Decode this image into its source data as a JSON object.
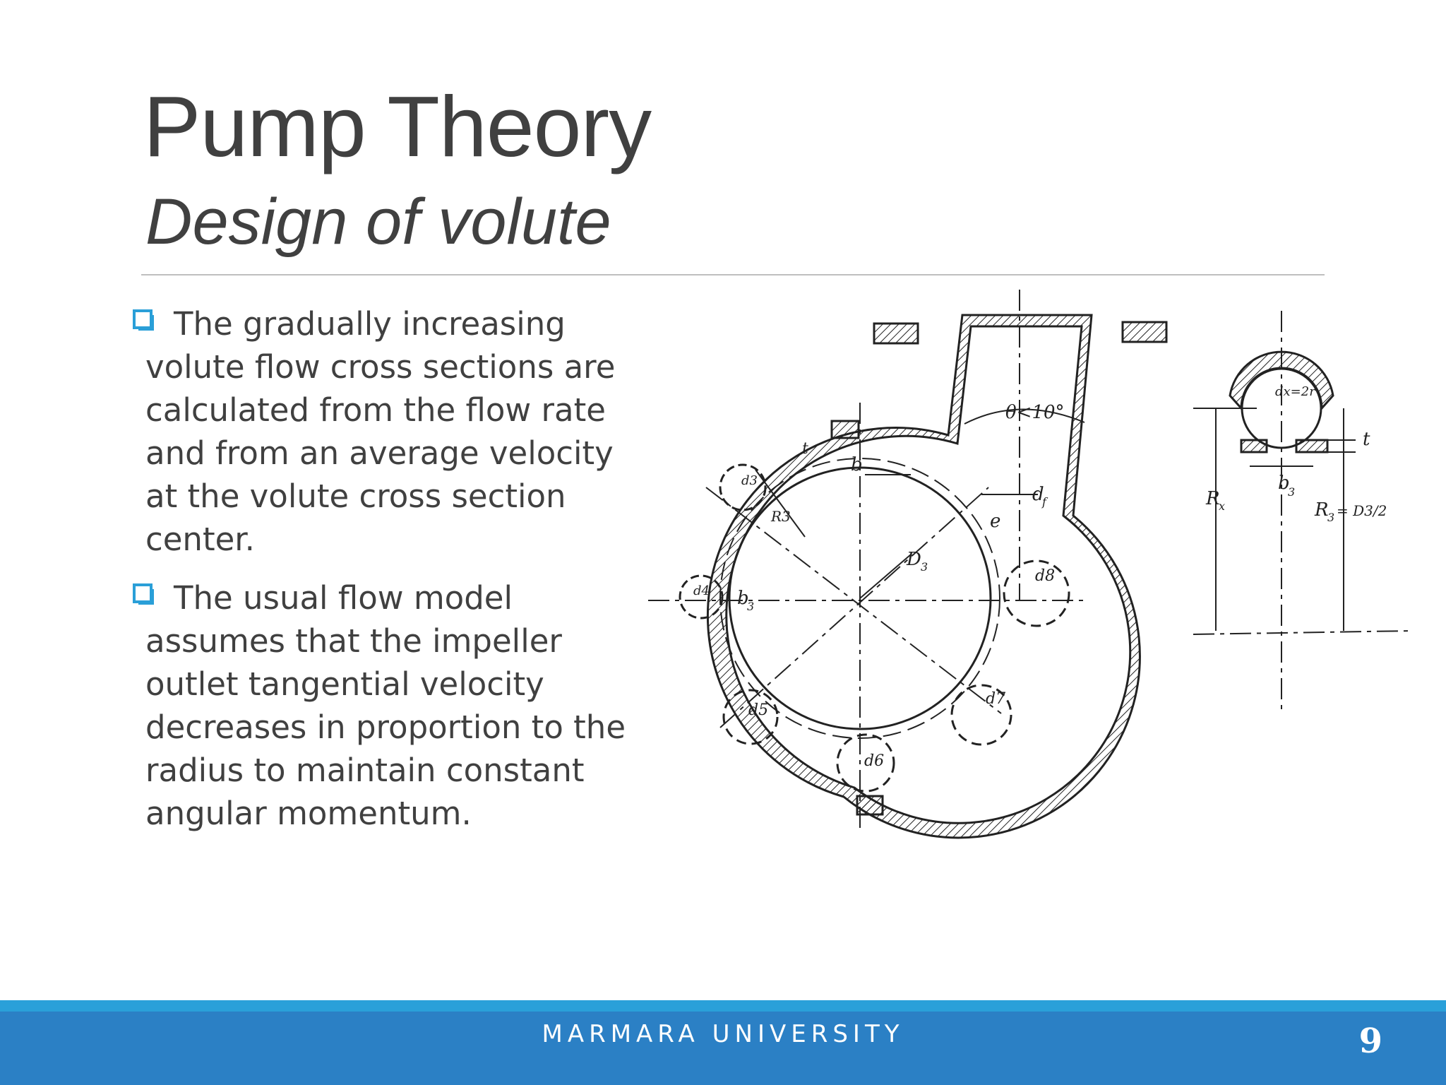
{
  "slide": {
    "title": "Pump Theory",
    "subtitle": "Design of volute"
  },
  "bullets": [
    {
      "icon": "checkbox-bullet-icon",
      "text": "The gradually increasing volute flow cross sections are calculated from the flow rate and from an average velocity at the volute cross section center."
    },
    {
      "icon": "checkbox-bullet-icon",
      "text": "The usual flow model assumes that the impeller outlet tangential velocity decreases in proportion to the radius to maintain constant angular momentum."
    }
  ],
  "figure": {
    "labels": {
      "theta": "θ<10°",
      "d_f": "d",
      "d_f_sub": "f",
      "e": "e",
      "D3": "D",
      "D3_sub": "3",
      "d8": "d8",
      "d7": "d7",
      "d6": "d6",
      "d5": "d5",
      "d4": "d4",
      "d3": "d3",
      "b3": "b",
      "b3_sub": "3",
      "t": "t",
      "R3": "R3",
      "Rx": "R",
      "Rx_sub": "x",
      "dx": "dx=2r",
      "t2": "t",
      "b3_2": "b",
      "b3_2_sub": "3",
      "R3_eq": "R",
      "R3_eq_sub": "3",
      "R3_eq_rhs": "= D3/2"
    }
  },
  "footer": {
    "label": "MARMARA UNIVERSITY",
    "page": "9",
    "accent": "#2b80c5",
    "accent_light": "#2aa0d9"
  }
}
